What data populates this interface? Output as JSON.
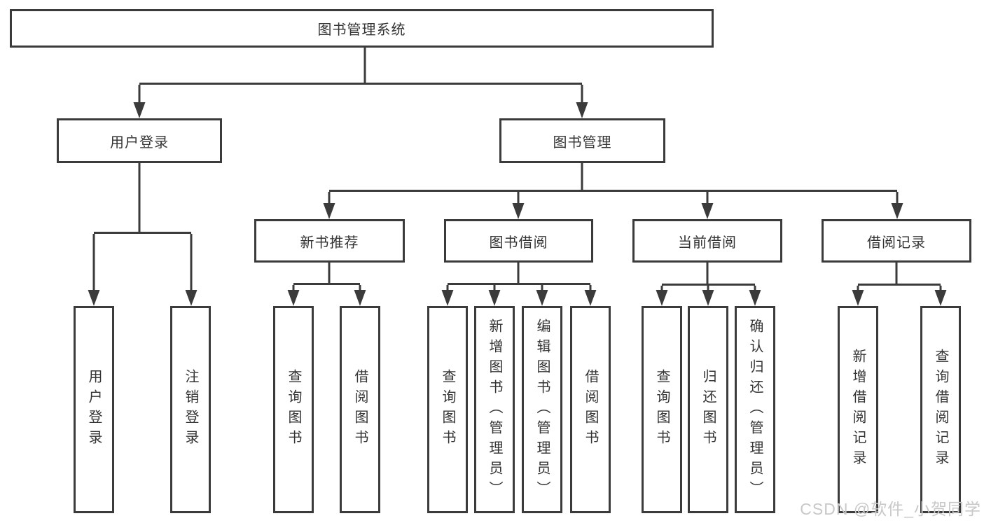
{
  "diagram": {
    "title": "图书管理系统",
    "colors": {
      "line": "#3b3b3b",
      "text": "#343434",
      "watermark": "#c8c8c8",
      "background": "#ffffff"
    },
    "nodes": {
      "root": "图书管理系统",
      "user_login": "用户登录",
      "book_management": "图书管理",
      "new_book_recommend": "新书推荐",
      "book_borrow": "图书借阅",
      "current_borrow": "当前借阅",
      "borrow_records": "借阅记录"
    },
    "leaves": {
      "user_login_leaf": "用户登录",
      "logout": "注销登录",
      "nbr_query_books": "查询图书",
      "nbr_borrow_books": "借阅图书",
      "bb_query_books": "查询图书",
      "bb_add_books": "新增图书（管理员）",
      "bb_edit_books": "编辑图书（管理员）",
      "bb_borrow_books": "借阅图书",
      "cb_query_books": "查询图书",
      "cb_return_books": "归还图书",
      "cb_confirm_return": "确认归还（管理员）",
      "br_add_record": "新增借阅记录",
      "br_query_record": "查询借阅记录"
    },
    "watermark": "CSDN @软件_小贺同学"
  }
}
